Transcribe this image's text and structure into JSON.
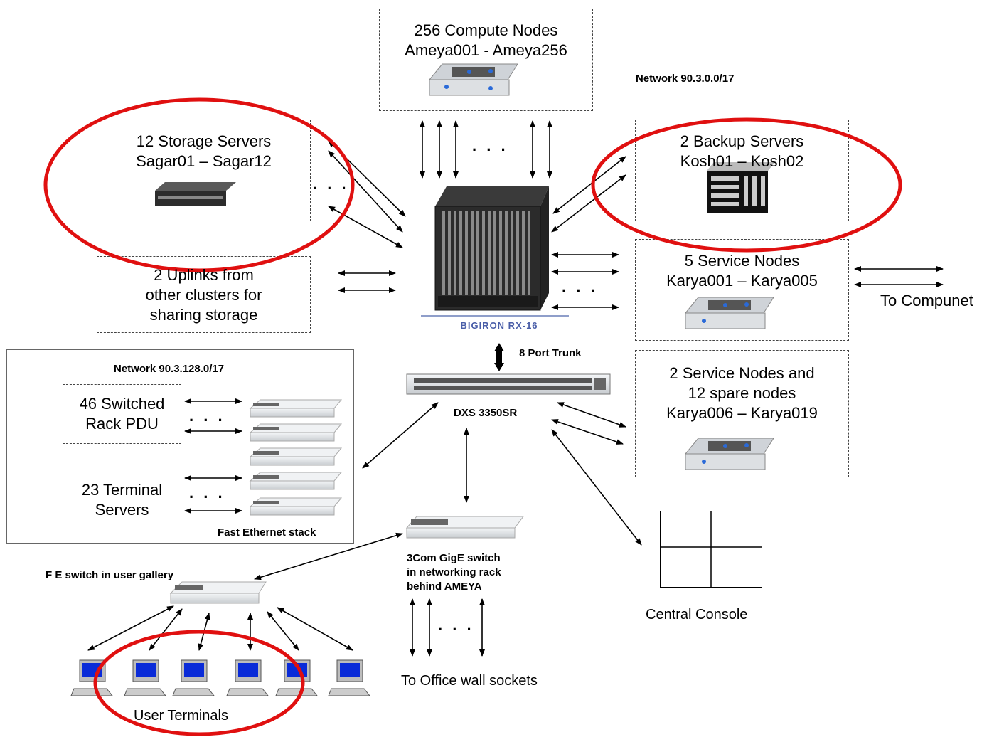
{
  "compute": {
    "line1": "256 Compute Nodes",
    "line2": "Ameya001 - Ameya256"
  },
  "network_top": "Network 90.3.0.0/17",
  "storage": {
    "line1": "12 Storage Servers",
    "line2": "Sagar01 – Sagar12"
  },
  "backup": {
    "line1": "2 Backup Servers",
    "line2": "Kosh01 – Kosh02"
  },
  "uplinks": {
    "line1": "2 Uplinks from",
    "line2": "other clusters for",
    "line3": "sharing storage"
  },
  "service5": {
    "line1": "5 Service Nodes",
    "line2": "Karya001 – Karya005"
  },
  "compunet": "To Compunet",
  "bigiron": "BIGIRON RX-16",
  "trunk": "8 Port Trunk",
  "dxs": "DXS 3350SR",
  "service2": {
    "line1": "2 Service Nodes and",
    "line2": "12 spare nodes",
    "line3": "Karya006 – Karya019"
  },
  "network_bottom": "Network 90.3.128.0/17",
  "pdu": {
    "line1": "46 Switched",
    "line2": "Rack PDU"
  },
  "terminal": {
    "line1": "23 Terminal",
    "line2": "Servers"
  },
  "fe_stack": "Fast Ethernet stack",
  "gige": {
    "line1": "3Com GigE switch",
    "line2": "in networking rack",
    "line3": "behind AMEYA"
  },
  "fe_gallery": "F E switch in user gallery",
  "console": "Central Console",
  "office": "To Office wall sockets",
  "users": "User Terminals",
  "ellipsis": ". . .",
  "colors": {
    "highlight": "#e01010",
    "trunk": "#000000",
    "dashed_border": "#444444"
  }
}
